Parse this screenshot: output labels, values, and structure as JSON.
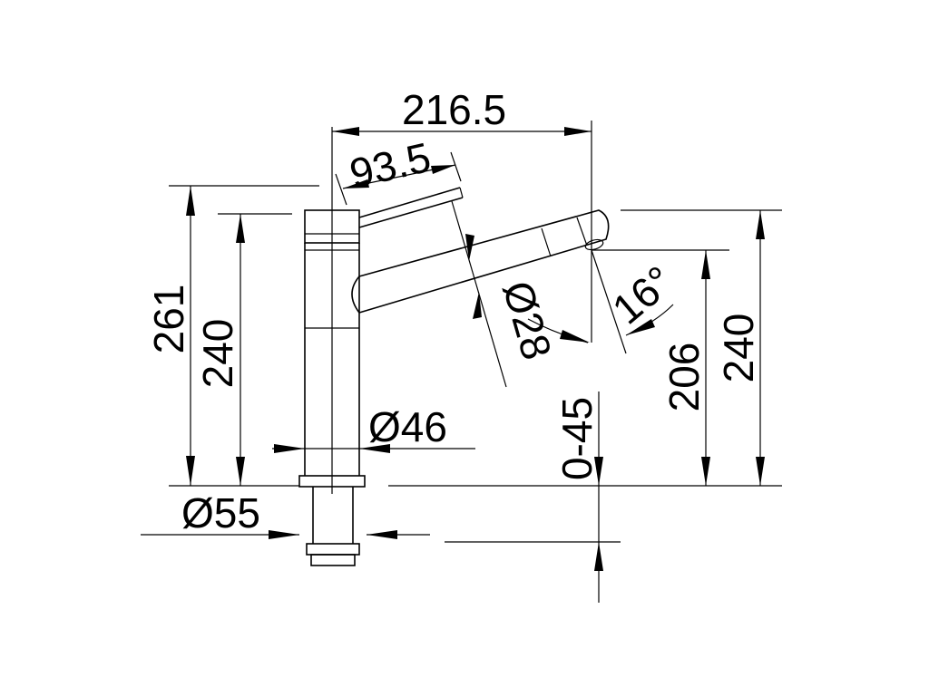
{
  "drawing": {
    "overall_length": "216.5",
    "lever_length": "93.5",
    "total_height": "261",
    "body_height": "240",
    "spout_height": "240",
    "outlet_height": "206",
    "spout_diameter": "Ø28",
    "body_diameter": "Ø46",
    "base_diameter": "Ø55",
    "spout_angle": "16°",
    "deck_thickness": "0-45"
  },
  "colors": {
    "line": "#000000",
    "background": "#ffffff"
  }
}
